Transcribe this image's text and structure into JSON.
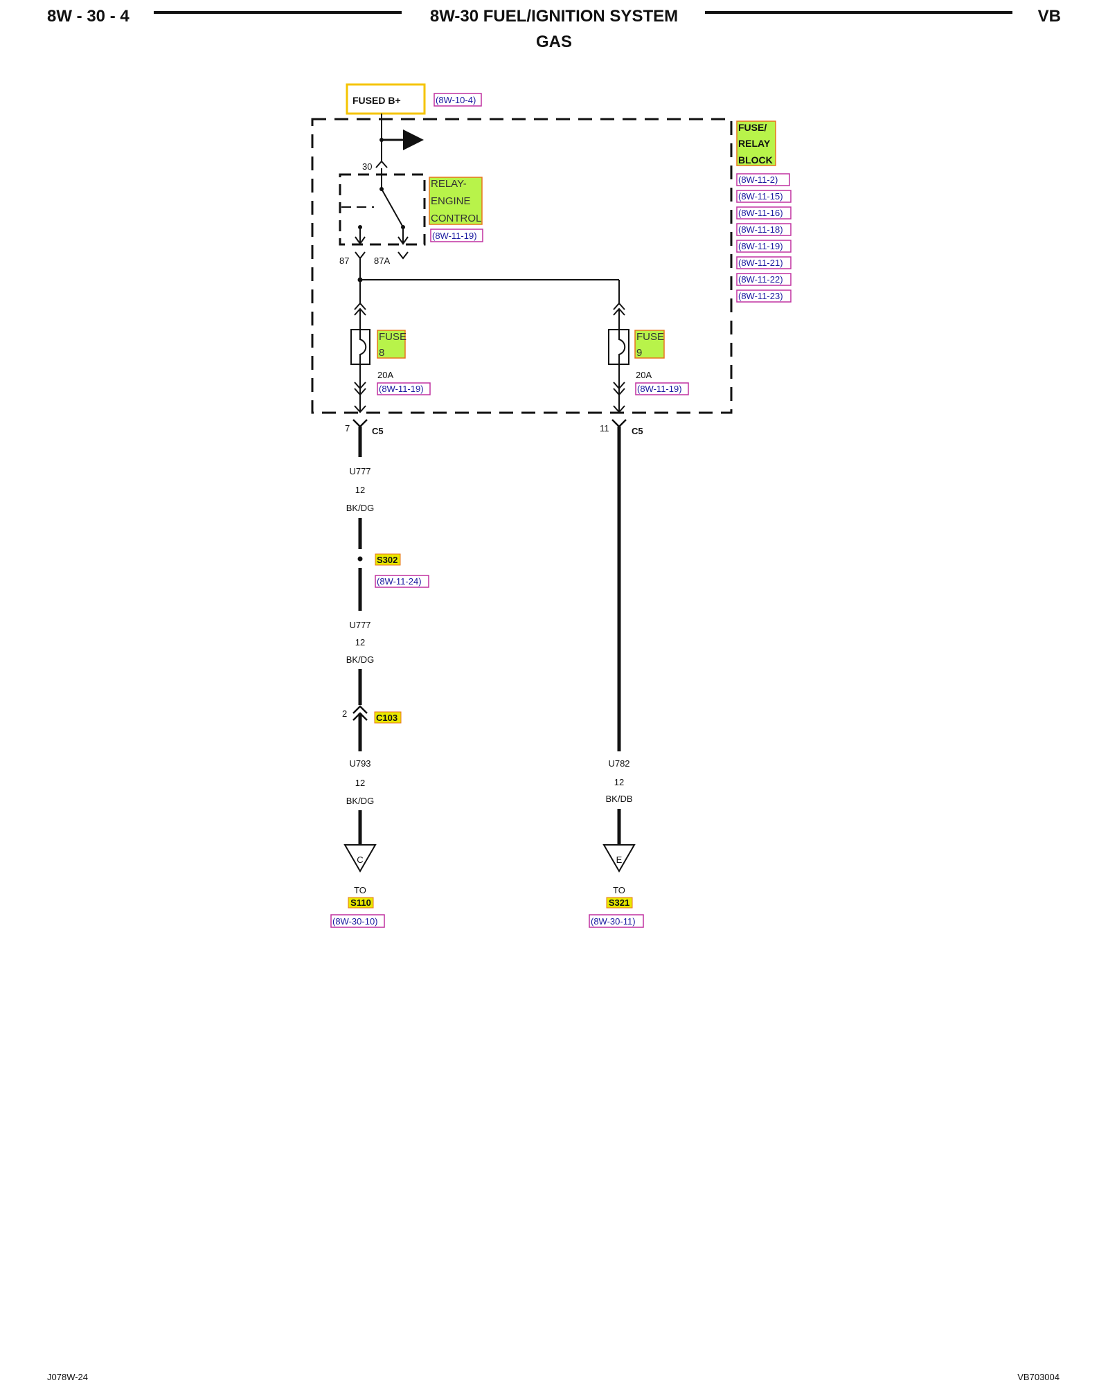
{
  "header": {
    "page_id": "8W - 30 - 4",
    "title": "8W-30 FUEL/IGNITION SYSTEM",
    "subtitle": "GAS",
    "model": "VB"
  },
  "footer": {
    "left_code": "J078W-24",
    "right_code": "VB703004"
  },
  "power": {
    "label": "FUSED B+",
    "ref": "(8W-10-4)"
  },
  "fuse_block": {
    "label_lines": [
      "FUSE/",
      "RELAY",
      "BLOCK"
    ],
    "refs": [
      "(8W-11-2)",
      "(8W-11-15)",
      "(8W-11-16)",
      "(8W-11-18)",
      "(8W-11-19)",
      "(8W-11-21)",
      "(8W-11-22)",
      "(8W-11-23)"
    ]
  },
  "relay": {
    "label_lines": [
      "RELAY-",
      "ENGINE",
      "CONTROL"
    ],
    "ref": "(8W-11-19)",
    "pin_30": "30",
    "pin_87": "87",
    "pin_87a": "87A"
  },
  "fuse_8": {
    "label_lines": [
      "FUSE",
      "8"
    ],
    "rating": "20A",
    "ref": "(8W-11-19)"
  },
  "fuse_9": {
    "label_lines": [
      "FUSE",
      "9"
    ],
    "rating": "20A",
    "ref": "(8W-11-19)"
  },
  "left_circuit": {
    "conn_pin": "7",
    "conn": "C5",
    "wire1": [
      "U777",
      "12",
      "BK/DG"
    ],
    "splice": "S302",
    "splice_ref": "(8W-11-24)",
    "wire2": [
      "U777",
      "12",
      "BK/DG"
    ],
    "conn2_pin": "2",
    "conn2": "C103",
    "wire3": [
      "U793",
      "12",
      "BK/DG"
    ],
    "offpage_letter": "C",
    "to_label": "TO",
    "to_target": "S110",
    "to_ref": "(8W-30-10)"
  },
  "right_circuit": {
    "conn_pin": "11",
    "conn": "C5",
    "wire": [
      "U782",
      "12",
      "BK/DB"
    ],
    "offpage_letter": "E",
    "to_label": "TO",
    "to_target": "S321",
    "to_ref": "(8W-30-11)"
  },
  "colors": {
    "component_fill": "#b8f34a",
    "component_border": "#e8731c",
    "ref_border": "#c030a0",
    "ref_text": "#1a1aa0",
    "power_border": "#f5c400",
    "splice_fill": "#e8e800"
  }
}
